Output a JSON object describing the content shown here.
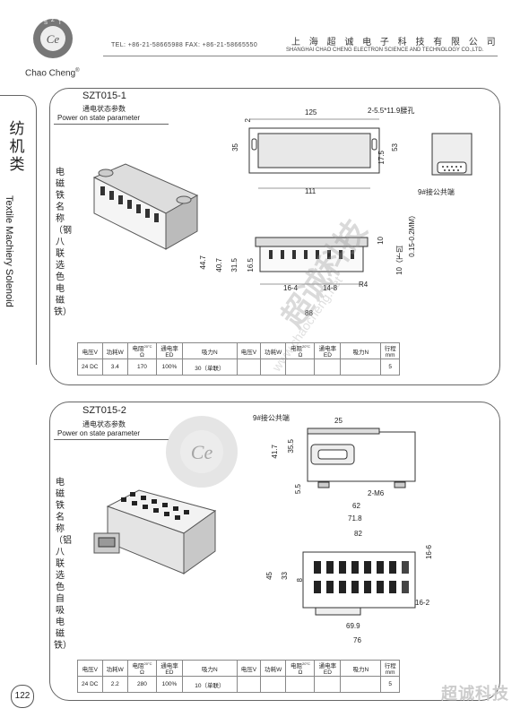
{
  "header": {
    "brand": "Chao Cheng",
    "logo_letters": [
      "S",
      "Z",
      "T"
    ],
    "logo_mark": "Ce",
    "registered": "®",
    "contact": "TEL: +86-21-58665988  FAX: +86-21-58665550",
    "company_cn": "上 海 超 诚 电 子 科 技 有 限 公 司",
    "company_en": "SHANGHAI CHAO CHENG ELECTRON SCIENCE AND TECHNOLOGY CO.,LTD."
  },
  "sidebar": {
    "category_cn": "纺机类",
    "category_en": "Textile Machiery Solenoid",
    "page_number": "122"
  },
  "watermark": {
    "text": "超诚科技",
    "url": "www.chaocheng.net"
  },
  "footer": {
    "mark": "超诚科技"
  },
  "product1": {
    "model": "SZT015-1",
    "subtitle_cn": "通电状态参数",
    "subtitle_en": "Power on state parameter",
    "vertical_label": "电磁铁名称（钢八联选色电磁铁）",
    "dims": {
      "top_width": "125",
      "slot": "2-5.5*11.9腰孔",
      "left_small": "2",
      "left_h": "35",
      "right_h1": "17.5",
      "right_h2": "53",
      "bottom_width": "111",
      "connector": "9#接公共端",
      "h44": "44.7",
      "h40": "40.7",
      "h31": "31.5",
      "h16": "16.5",
      "r10": "10",
      "r10b": "10（下凹",
      "r015": "0.15-0.2MM）",
      "w164": "16-4",
      "w148": "14-8",
      "r4": "R4",
      "w88": "88"
    },
    "table": {
      "headers": [
        "电压V",
        "功耗W",
        "电阻",
        "通电率",
        "吸力N",
        "电压V",
        "功耗W",
        "电阻",
        "通电率",
        "吸力N",
        "行程"
      ],
      "sub": [
        "",
        "",
        "Ω",
        "ED",
        "",
        "",
        "",
        "Ω",
        "ED",
        "",
        "mm"
      ],
      "temp": "20°C",
      "values": [
        "24 DC",
        "3.4",
        "170",
        "100%",
        "30（单联）",
        "",
        "",
        "",
        "",
        "",
        "5"
      ]
    }
  },
  "product2": {
    "model": "SZT015-2",
    "subtitle_cn": "通电状态参数",
    "subtitle_en": "Power on state parameter",
    "vertical_label": "电磁铁名称（铝八联选色自吸电磁铁）",
    "dims": {
      "connector": "9#接公共端",
      "w25": "25",
      "h41": "41.7",
      "h35": "35.5",
      "h5": "5.5",
      "m6": "2-M6",
      "w62": "62",
      "w71": "71.8",
      "w82": "82",
      "h45": "45",
      "h33": "33",
      "h8": "8",
      "r66": "16-6",
      "r62": "16-2",
      "w69": "69.9",
      "w76": "76"
    },
    "table": {
      "headers": [
        "电压V",
        "功耗W",
        "电阻",
        "通电率",
        "吸力N",
        "电压V",
        "功耗W",
        "电阻",
        "通电率",
        "吸力N",
        "行程"
      ],
      "sub": [
        "",
        "",
        "Ω",
        "ED",
        "",
        "",
        "",
        "Ω",
        "ED",
        "",
        "mm"
      ],
      "temp": "20°C",
      "values": [
        "24 DC",
        "2.2",
        "280",
        "100%",
        "10（单联）",
        "",
        "",
        "",
        "",
        "",
        "5"
      ]
    }
  }
}
